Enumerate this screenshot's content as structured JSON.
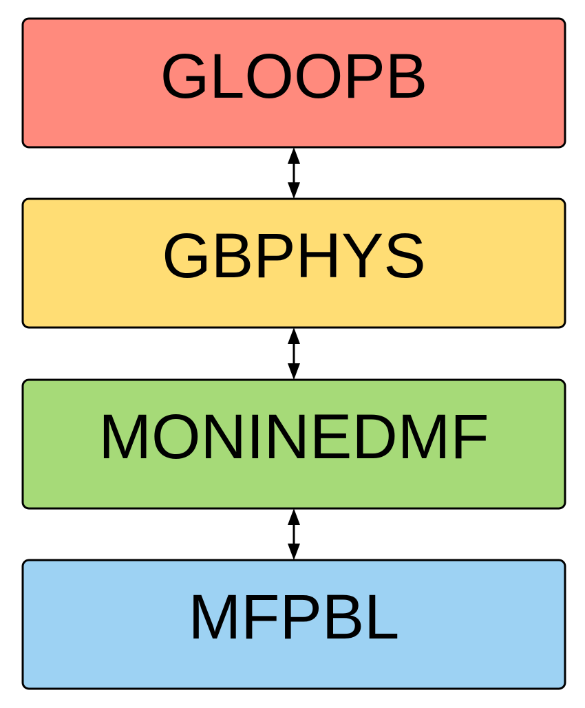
{
  "diagram": {
    "nodes": [
      {
        "id": "gloopb",
        "label": "GLOOPB",
        "color": "#FF8A7D"
      },
      {
        "id": "gbphys",
        "label": "GBPHYS",
        "color": "#FFDD74"
      },
      {
        "id": "moninedmf",
        "label": "MONINEDMF",
        "color": "#A6DA78"
      },
      {
        "id": "mfpbl",
        "label": "MFPBL",
        "color": "#9DD2F3"
      }
    ],
    "connectors": [
      {
        "from": "gloopb",
        "to": "gbphys",
        "style": "bidirectional-arrow"
      },
      {
        "from": "gbphys",
        "to": "moninedmf",
        "style": "bidirectional-arrow"
      },
      {
        "from": "moninedmf",
        "to": "mfpbl",
        "style": "bidirectional-arrow"
      }
    ],
    "stroke_color": "#000000"
  }
}
